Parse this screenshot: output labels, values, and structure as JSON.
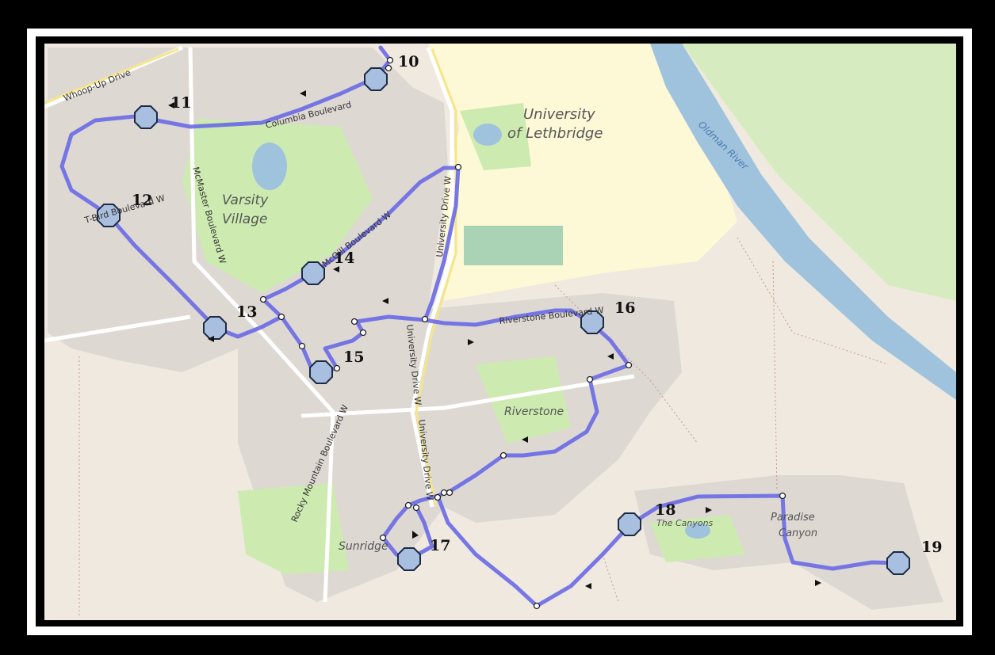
{
  "map": {
    "places": {
      "university": [
        "University",
        "of Lethbridge"
      ],
      "varsity": [
        "Varsity",
        "Village"
      ],
      "riverstone": "Riverstone",
      "sunridge": "Sunridge",
      "canyons": "The Canyons",
      "paradise": [
        "Paradise",
        "Canyon"
      ],
      "river": "Oldman River"
    },
    "streets": {
      "whoop_up": "Whoop-Up Drive",
      "columbia": "Columbia Boulevard",
      "mcmaster": "McMaster Boulevard W",
      "university_drive": "University Drive W",
      "university_drive_2": "University Drive W",
      "university_drive_3": "University Drive W",
      "riverstone_blvd": "Riverstone Boulevard W",
      "rocky_mountain": "Rocky Mountain Boulevard W",
      "mcgill": "McGill Boulevard W",
      "tbird": "T-Bird Boulevard W"
    },
    "stops": [
      {
        "id": "10",
        "label": "10"
      },
      {
        "id": "11",
        "label": "11"
      },
      {
        "id": "12",
        "label": "12"
      },
      {
        "id": "13",
        "label": "13"
      },
      {
        "id": "14",
        "label": "14"
      },
      {
        "id": "15",
        "label": "15"
      },
      {
        "id": "16",
        "label": "16"
      },
      {
        "id": "17",
        "label": "17"
      },
      {
        "id": "18",
        "label": "18"
      },
      {
        "id": "19",
        "label": "19"
      }
    ],
    "colors": {
      "route": "#6a6ae6",
      "stop_fill": "#a9bfe0",
      "stop_stroke": "#1c2a44",
      "land": "#efe9df",
      "park": "#cdebb0",
      "residential": "#ddd8d2",
      "water": "#9fc3dd",
      "campus": "#fdf8d6"
    }
  }
}
